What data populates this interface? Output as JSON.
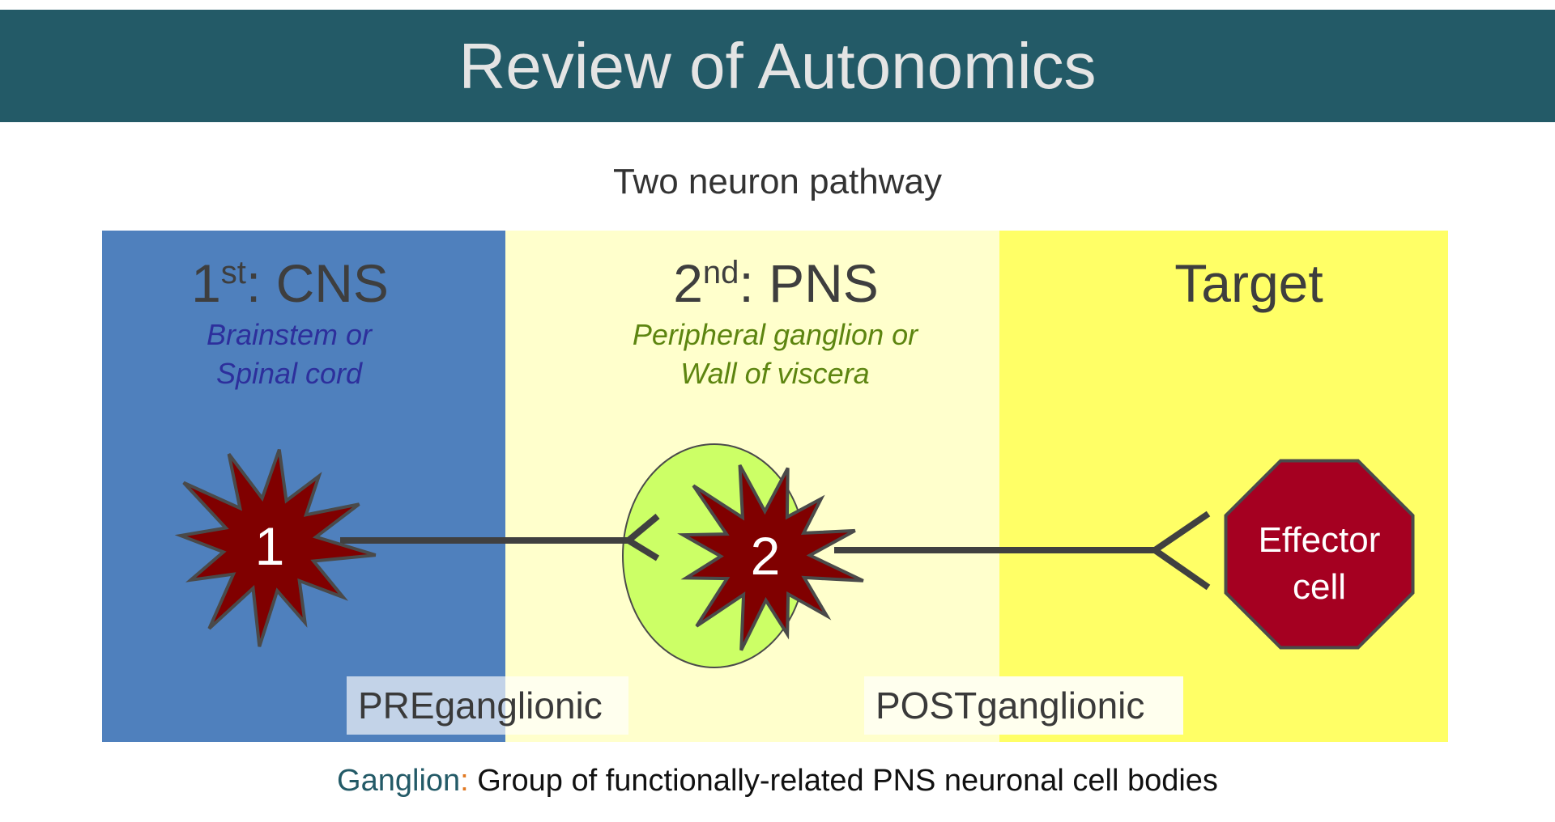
{
  "title": "Review of Autonomics",
  "subtitle": "Two neuron pathway",
  "columns": {
    "cns": {
      "number": "1",
      "suffix": "st",
      "rest": ":  CNS",
      "location_line1": "Brainstem or",
      "location_line2": "Spinal cord"
    },
    "pns": {
      "number": "2",
      "suffix": "nd",
      "rest": ":  PNS",
      "location_line1": "Peripheral ganglion or",
      "location_line2": "Wall of viscera"
    },
    "target": {
      "heading": "Target"
    }
  },
  "neurons": {
    "first": "1",
    "second": "2"
  },
  "effector": {
    "line1": "Effector",
    "line2": "cell"
  },
  "fiber_labels": {
    "pre": "PREganglionic",
    "post": "POSTganglionic"
  },
  "footer": {
    "term": "Ganglion",
    "colon": ":",
    "definition": "  Group of functionally-related PNS neuronal cell bodies"
  },
  "colors": {
    "title_bar": "#235a67",
    "cns_panel": "#4f80bd",
    "pns_panel": "#ffffcc",
    "target_panel": "#ffff66",
    "neuron": "#800000",
    "ganglion": "#ccff66",
    "effector": "#a50021"
  }
}
